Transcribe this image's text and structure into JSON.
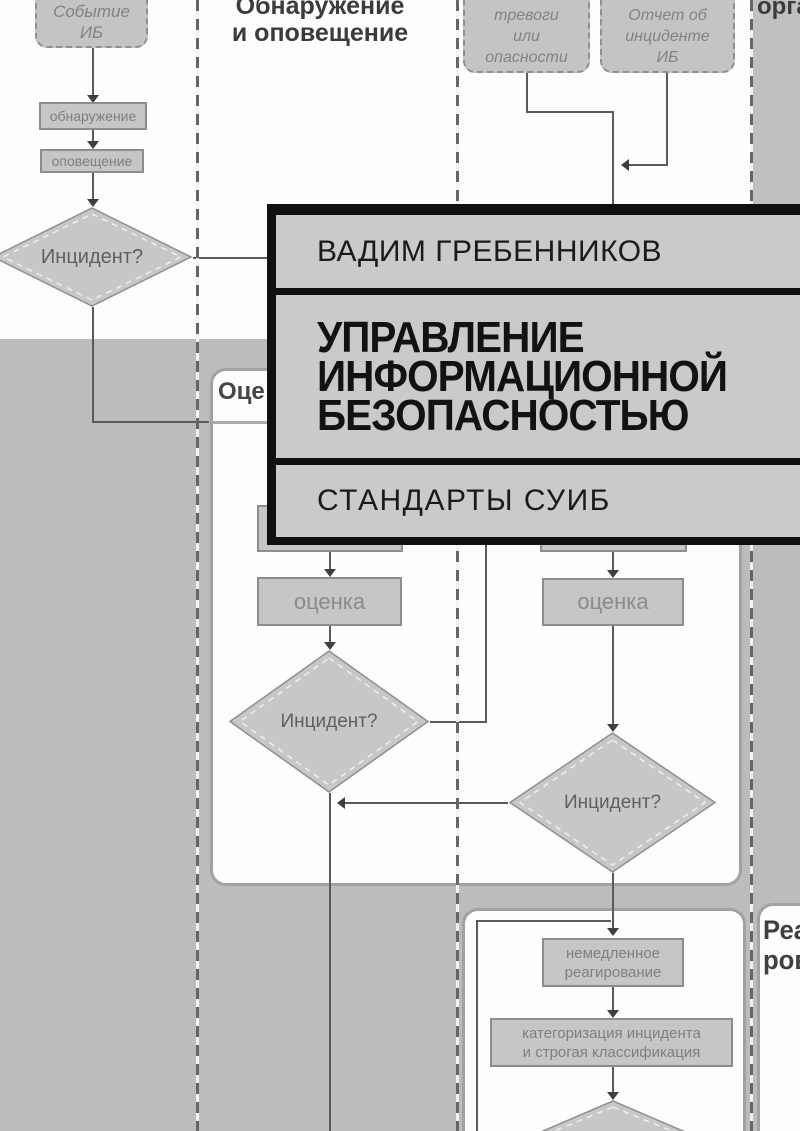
{
  "cover": {
    "author": "ВАДИМ ГРЕБЕННИКОВ",
    "title_line1": "УПРАВЛЕНИЕ",
    "title_line2": "ИНФОРМАЦИОННОЙ",
    "title_line3": "БЕЗОПАСНОСТЬЮ",
    "subtitle": "СТАНДАРТЫ СУИБ"
  },
  "flowchart": {
    "headers": {
      "detection_line1": "Обнаружение",
      "detection_line2": "и оповещение",
      "org_partial": "орга",
      "assessment_partial": "Оце",
      "response_partial_line1": "Реа",
      "response_partial_line2": "ров"
    },
    "nodes": {
      "event_line1": "Событие",
      "event_line2": "ИБ",
      "detect": "обнаружение",
      "notify": "оповещение",
      "incident_q1": "Инцидент?",
      "alarms_line1": "тревоги",
      "alarms_line2": "или",
      "alarms_line3": "опасности",
      "report_line1": "Отчет об",
      "report_line2": "инциденте",
      "report_line3": "ИБ",
      "assess_left": "оценка",
      "assess_right": "оценка",
      "incident_q2": "Инцидент?",
      "incident_q3": "Инцидент?",
      "immediate_line1": "немедленное",
      "immediate_line2": "реагирование",
      "categorize_line1": "категоризация инцидента",
      "categorize_line2": "и строгая классификация"
    },
    "colors": {
      "page_gray": "#bcbcbc",
      "container_white": "#fdfdfd",
      "node_fill": "#c6c6c6",
      "node_border": "#8d8d8d",
      "connector_line": "#5a5a5a",
      "lane_dash": "#666666",
      "title_block_bg": "#cacaca",
      "title_block_border": "#101010"
    }
  }
}
